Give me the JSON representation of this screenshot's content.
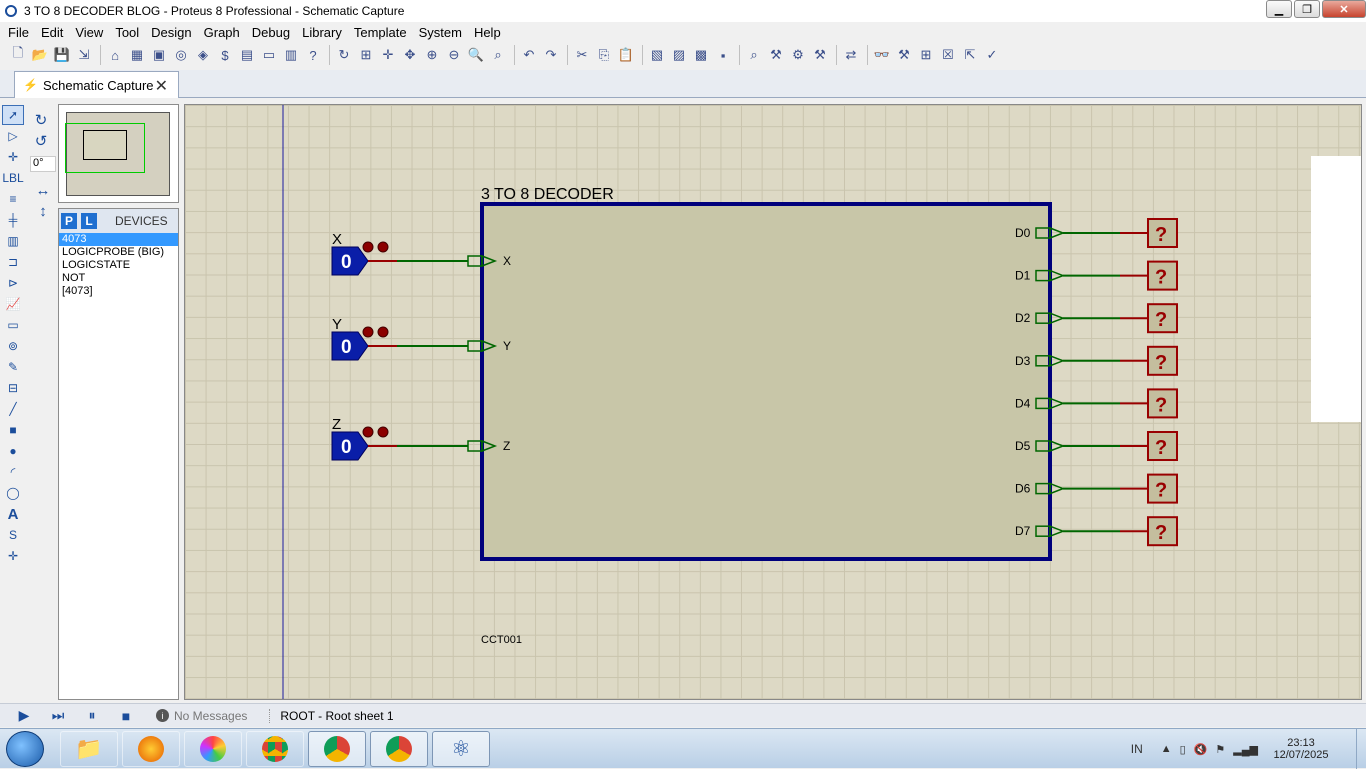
{
  "window": {
    "title": "3 TO 8 DECODER BLOG - Proteus 8 Professional - Schematic Capture"
  },
  "menu": [
    "File",
    "Edit",
    "View",
    "Tool",
    "Design",
    "Graph",
    "Debug",
    "Library",
    "Template",
    "System",
    "Help"
  ],
  "tab": {
    "label": "Schematic Capture"
  },
  "angle": "0°",
  "devices": {
    "P": "P",
    "L": "L",
    "header": "DEVICES",
    "items": [
      "4073",
      "LOGICPROBE (BIG)",
      "LOGICSTATE",
      "NOT",
      "[4073]"
    ]
  },
  "schematic": {
    "block_title": "3 TO 8 DECODER",
    "block_ref": "CCT001",
    "inputs": [
      {
        "name": "X",
        "state": "0",
        "pin": "X"
      },
      {
        "name": "Y",
        "state": "0",
        "pin": "Y"
      },
      {
        "name": "Z",
        "state": "0",
        "pin": "Z"
      }
    ],
    "outputs": [
      "D0",
      "D1",
      "D2",
      "D3",
      "D4",
      "D5",
      "D6",
      "D7"
    ],
    "probe_value": "?",
    "colors": {
      "block_fill": "#c8c6a8",
      "block_border": "#00007c",
      "wire_green": "#006600",
      "wire_red": "#990000",
      "state_blue": "#0a1ea8"
    }
  },
  "status": {
    "messages": "No Messages",
    "sheet": "ROOT - Root sheet 1"
  },
  "taskbar": {
    "lang": "IN",
    "time": "23:13",
    "date": "12/07/2025"
  }
}
